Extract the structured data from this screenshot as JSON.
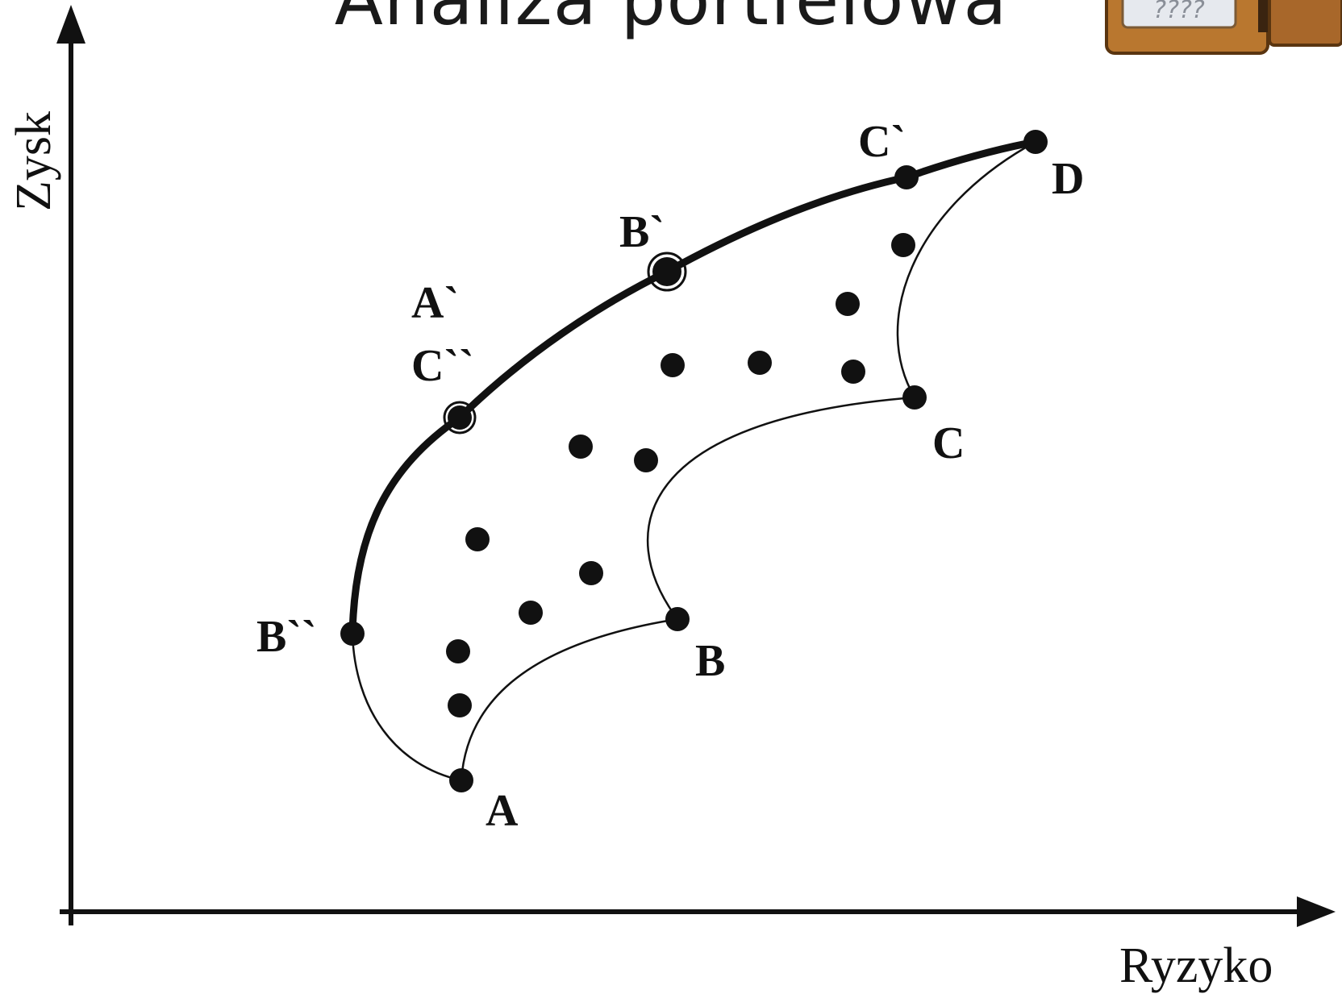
{
  "slide": {
    "title": "Analiza portfelowa"
  },
  "axes": {
    "y_label": "Zysk",
    "x_label": "Ryzyko"
  },
  "points": {
    "A": "A",
    "B": "B",
    "C": "C",
    "D": "D",
    "A_prime": "A`",
    "B_prime": "B`",
    "C_prime": "C`",
    "B_double": "B``",
    "C_double": "C``"
  },
  "wallet_icon": {
    "text": "????"
  },
  "colors": {
    "ink": "#111111",
    "wallet_leather": "#b9772f",
    "wallet_edge": "#5a3510",
    "wallet_window": "#e6e9ee"
  }
}
